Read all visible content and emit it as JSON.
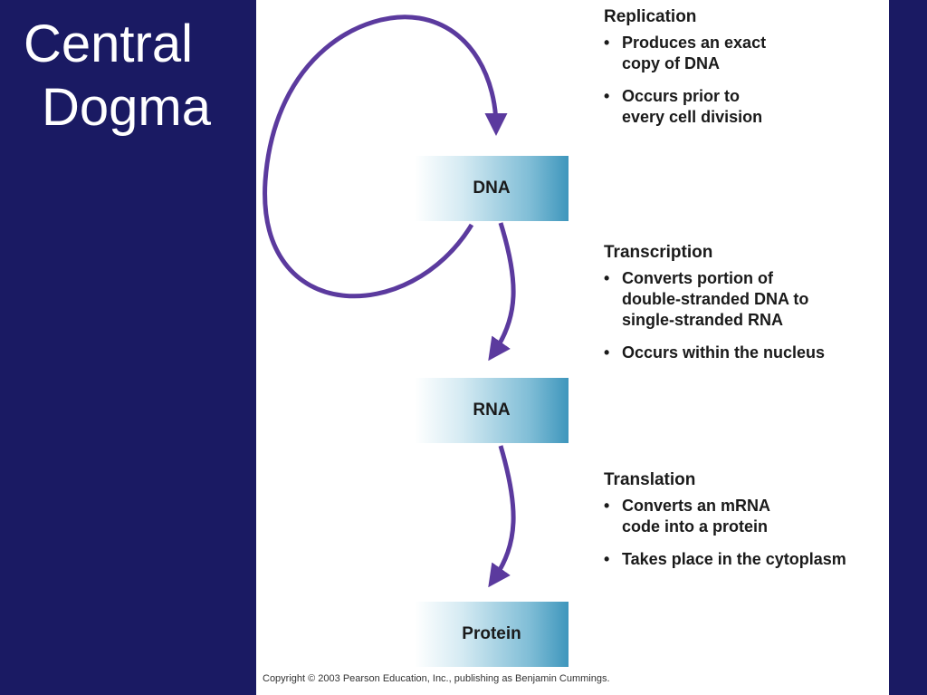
{
  "title": {
    "line1": "Central",
    "line2": "Dogma"
  },
  "nodes": {
    "dna": "DNA",
    "rna": "RNA",
    "protein": "Protein"
  },
  "sections": {
    "replication": {
      "heading": "Replication",
      "bullets": [
        "Produces an exact\ncopy of DNA",
        "Occurs prior to\nevery cell division"
      ]
    },
    "transcription": {
      "heading": "Transcription",
      "bullets": [
        "Converts portion of\ndouble-stranded DNA to\nsingle-stranded RNA",
        "Occurs within the nucleus"
      ]
    },
    "translation": {
      "heading": "Translation",
      "bullets": [
        "Converts an mRNA\ncode into a protein",
        "Takes place in the cytoplasm"
      ]
    }
  },
  "copyright": "Copyright © 2003 Pearson Education, Inc., publishing as Benjamin Cummings.",
  "colors": {
    "background": "#1a1a63",
    "arrow": "#5b3a9e",
    "box_accent": "#3e96bc"
  }
}
